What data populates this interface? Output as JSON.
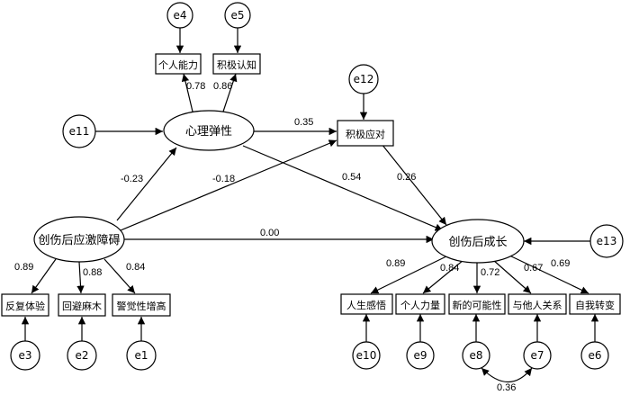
{
  "latents": {
    "resilience": "心理弹性",
    "ptsd": "创伤后应激障碍",
    "ptg": "创伤后成长"
  },
  "indicators": {
    "personal_ability": "个人能力",
    "positive_cognition": "积极认知",
    "positive_coping": "积极应对",
    "re_experiencing": "反复体验",
    "avoidance": "回避麻木",
    "hyperarousal": "警觉性增高",
    "life_perception": "人生感悟",
    "personal_strength": "个人力量",
    "new_possibilities": "新的可能性",
    "relating_to_others": "与他人关系",
    "self_change": "自我转变"
  },
  "errors": {
    "e1": "e1",
    "e2": "e2",
    "e3": "e3",
    "e4": "e4",
    "e5": "e5",
    "e6": "e6",
    "e7": "e7",
    "e8": "e8",
    "e9": "e9",
    "e10": "e10",
    "e11": "e11",
    "e12": "e12",
    "e13": "e13"
  },
  "coefficients": {
    "resilience_to_personal_ability": "0.78",
    "resilience_to_positive_cognition": "0.86",
    "resilience_to_positive_coping": "0.35",
    "resilience_to_ptg": "0.54",
    "coping_to_ptg": "0.26",
    "ptsd_to_resilience": "-0.23",
    "ptsd_to_coping": "-0.18",
    "ptsd_to_ptg": "0.00",
    "ptsd_to_re_experiencing": "0.89",
    "ptsd_to_avoidance": "0.88",
    "ptsd_to_hyperarousal": "0.84",
    "ptg_to_life_perception": "0.89",
    "ptg_to_personal_strength": "0.84",
    "ptg_to_new_possibilities": "0.72",
    "ptg_to_relating_to_others": "0.67",
    "ptg_to_self_change": "0.69",
    "e8_e7_covariance": "0.36"
  }
}
